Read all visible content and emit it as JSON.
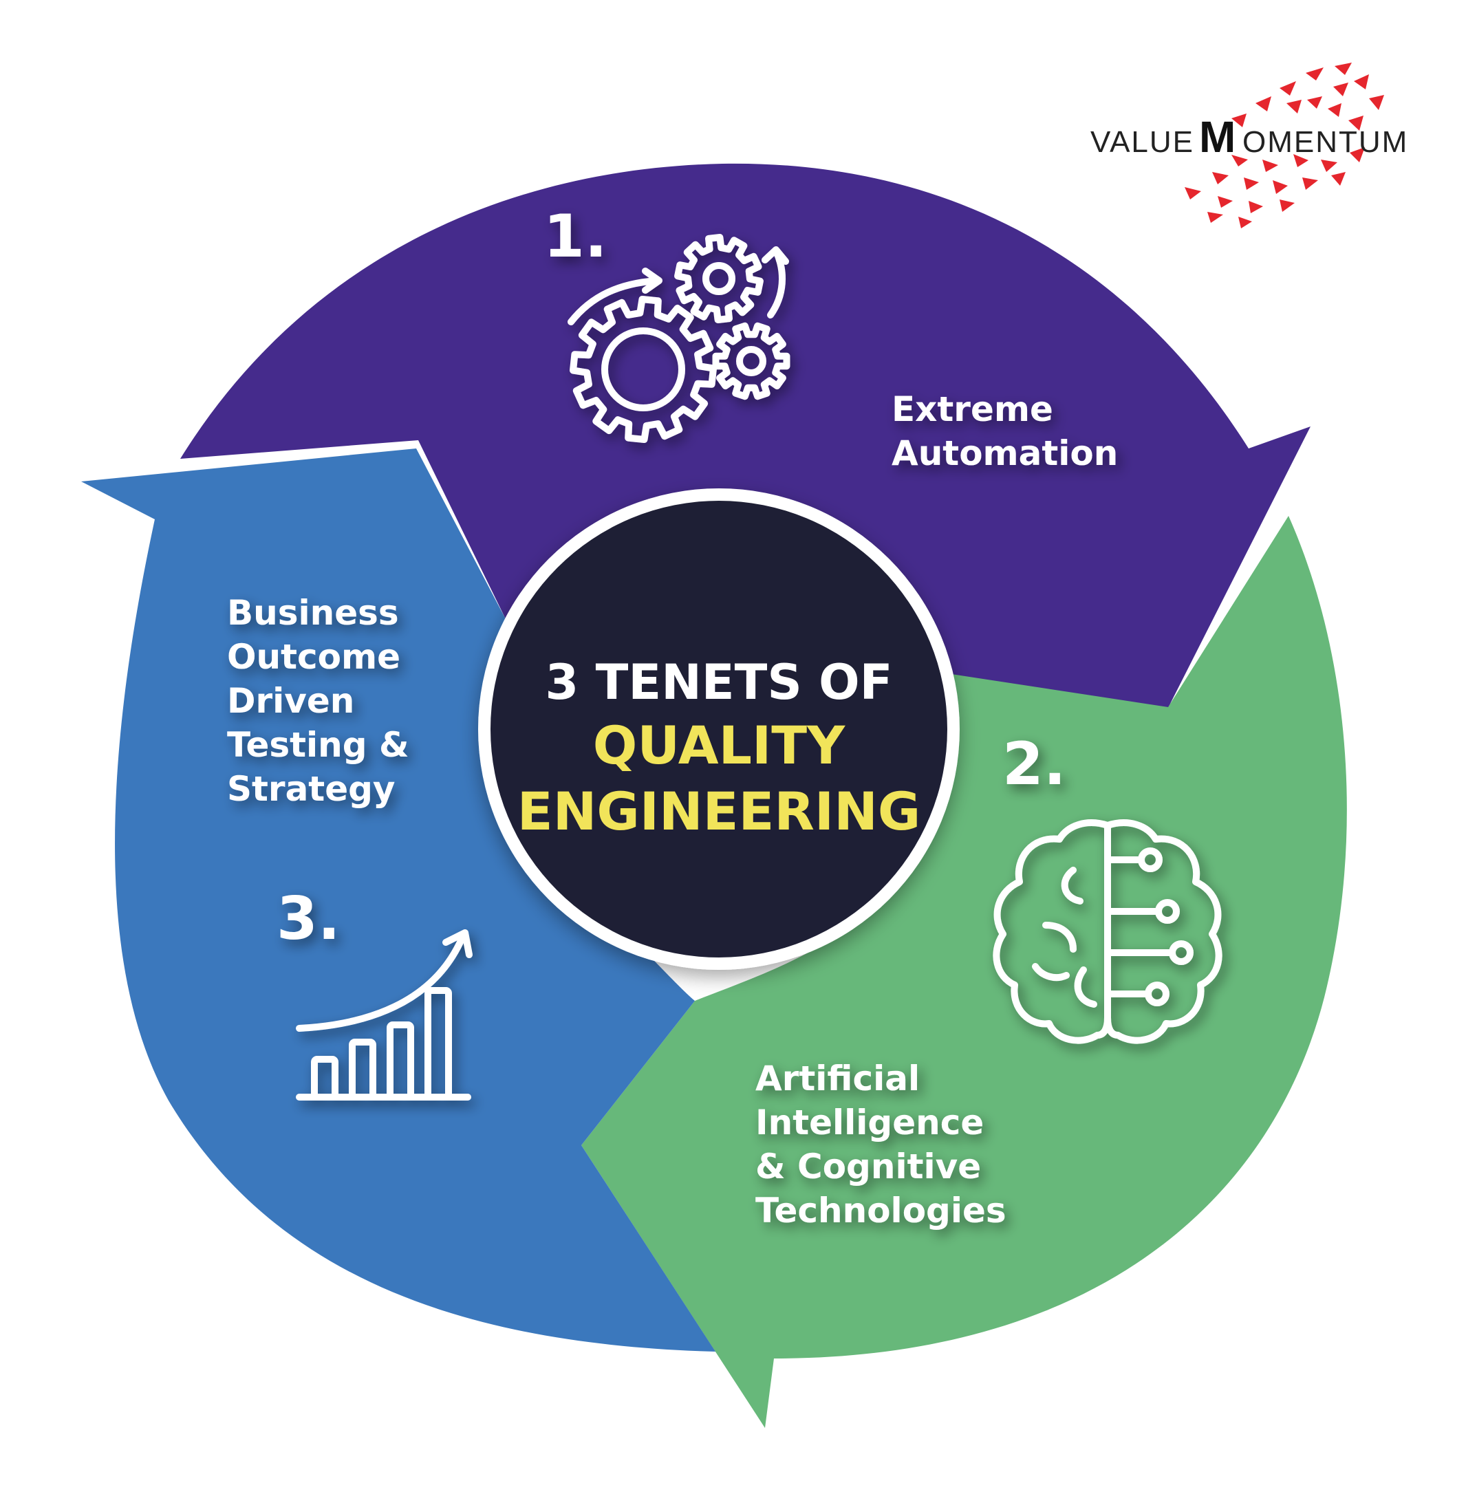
{
  "logo": {
    "prefix": "VALUE",
    "initial": "M",
    "suffix": "OMENTUM"
  },
  "center": {
    "line1": "3 TENETS OF",
    "line2": "QUALITY",
    "line3": "ENGINEERING"
  },
  "tenets": [
    {
      "number": "1.",
      "label_lines": [
        "Extreme",
        "Automation"
      ],
      "icon": "gears-icon"
    },
    {
      "number": "2.",
      "label_lines": [
        "Artificial",
        "Intelligence",
        "& Cognitive",
        "Technologies"
      ],
      "icon": "brain-circuit-icon"
    },
    {
      "number": "3.",
      "label_lines": [
        "Business",
        "Outcome",
        "Driven",
        "Testing &",
        "Strategy"
      ],
      "icon": "growth-chart-icon"
    }
  ],
  "colors": {
    "purple": "#452b8c",
    "green": "#67b87a",
    "blue": "#3b78bd",
    "center": "#1e1f35",
    "highlight": "#f1e45a",
    "logo_accent": "#e5262d"
  }
}
